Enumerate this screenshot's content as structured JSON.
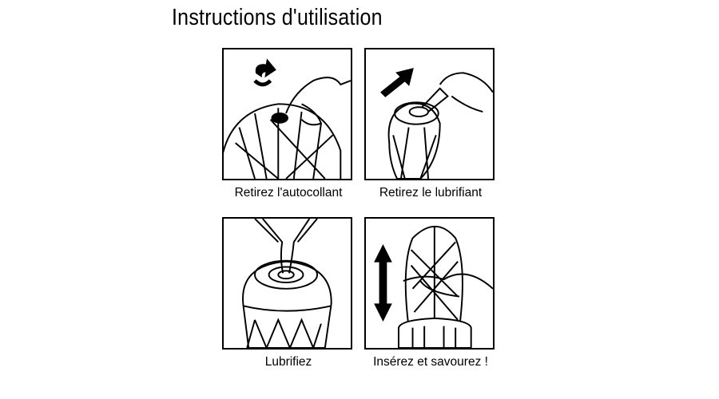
{
  "title": "Instructions d'utilisation",
  "steps": [
    {
      "caption": "Retirez l'autocollant",
      "icon": "peel-sticker-illustration"
    },
    {
      "caption": "Retirez le lubrifiant",
      "icon": "remove-lubricant-illustration"
    },
    {
      "caption": "Lubrifiez",
      "icon": "apply-lubricant-illustration"
    },
    {
      "caption": "Insérez et savourez !",
      "icon": "insert-illustration"
    }
  ]
}
